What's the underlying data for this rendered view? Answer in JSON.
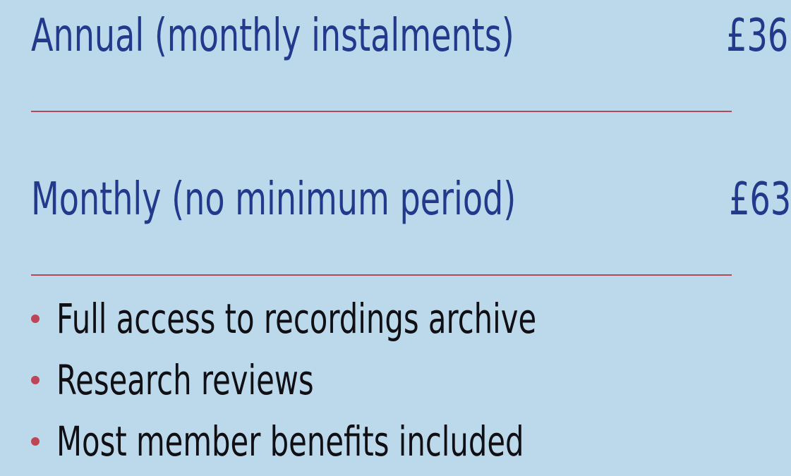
{
  "plans": [
    {
      "label": "Annual (monthly instalments)",
      "price": "£36"
    },
    {
      "label": "Monthly (no minimum period)",
      "price": "£63"
    }
  ],
  "benefits": [
    "Full access to recordings archive",
    "Research reviews",
    "Most member benefits included"
  ],
  "colors": {
    "background": "#bcd9ec",
    "heading_text": "#233a8c",
    "divider": "#b04a5a",
    "bullet": "#bf4456",
    "body_text": "#0f0f14"
  }
}
